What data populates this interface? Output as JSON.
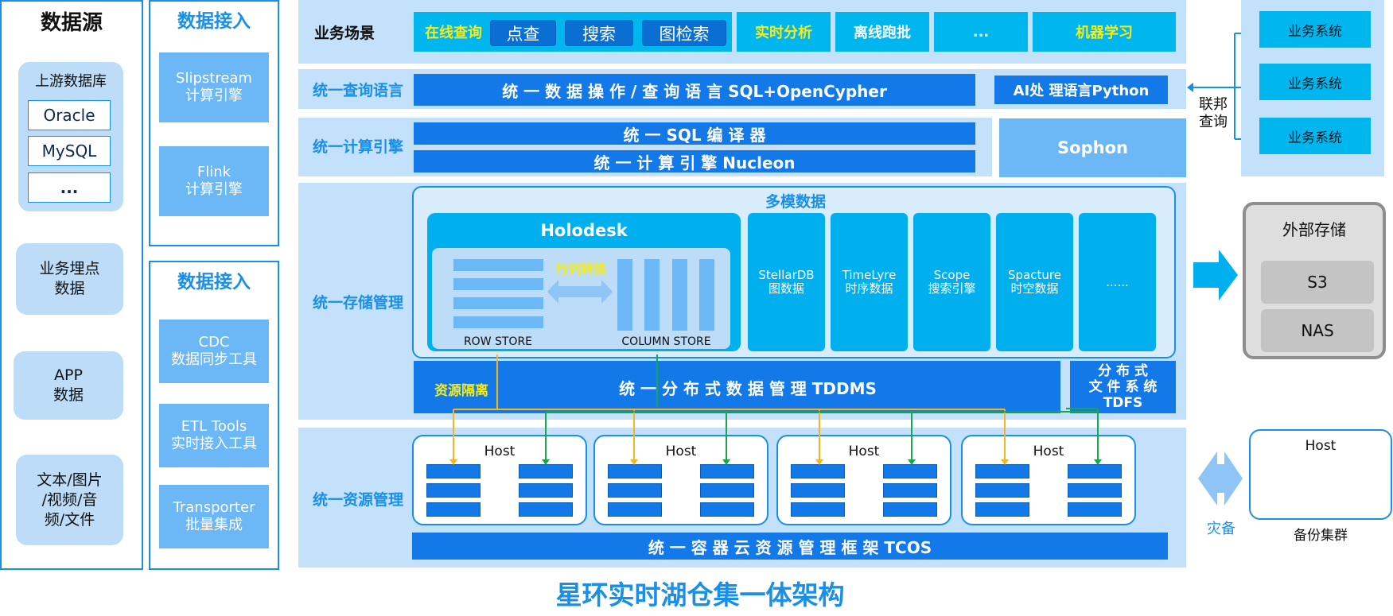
{
  "title": "星环实时湖仓集一体架构",
  "sources": {
    "header": "数据源",
    "upstream_label": "上游数据库",
    "upstream_items": [
      "Oracle",
      "MySQL",
      "..."
    ],
    "biz_points": "业务埋点\n数据",
    "app": "APP\n数据",
    "files": "文本/图片\n/视频/音\n频/文件"
  },
  "ingest_top": {
    "header": "数据接入",
    "cards": [
      "Slipstream\n计算引擎",
      "Flink\n计算引擎"
    ]
  },
  "ingest_bottom": {
    "header": "数据接入",
    "cards": [
      "CDC\n数据同步工具",
      "ETL Tools\n实时接入工具",
      "Transporter\n批量集成"
    ]
  },
  "scenarios": {
    "label": "业务场景",
    "online_query": "在线查询",
    "pills": [
      "点查",
      "搜索",
      "图检索"
    ],
    "realtime": "实时分析",
    "offline": "离线跑批",
    "more": "...",
    "ml": "机器学习"
  },
  "query_lang": {
    "label": "统一查询语言",
    "main": "统 一 数 据 操 作 / 查 询 语 言 SQL+OpenCypher",
    "ai": "AI处 理语言Python"
  },
  "compute": {
    "label": "统一计算引擎",
    "compiler": "统 一 SQL 编 译 器",
    "engine": "统 一 计 算 引 擎 Nucleon",
    "sophon": "Sophon"
  },
  "storage": {
    "label": "统一存储管理",
    "multimodel": "多模数据",
    "holodesk": "Holodesk",
    "row_col_convert": "行列转换",
    "row_store": "ROW STORE",
    "column_store": "COLUMN STORE",
    "models": [
      "StellarDB\n图数据",
      "TimeLyre\n时序数据",
      "Scope\n搜索引擎",
      "Spacture\n时空数据",
      "......"
    ],
    "resource_isolation": "资源隔离",
    "tddms": "统 一 分 布 式 数 据 管 理 TDDMS",
    "tdfs": "分 布 式\n文 件 系 统\nTDFS"
  },
  "resource": {
    "label": "统一资源管理",
    "hosts": [
      "Host",
      "Host",
      "Host",
      "Host"
    ],
    "tcos": "统 一 容 器 云 资 源 管 理 框 架 TCOS"
  },
  "right": {
    "biz_systems": [
      "业务系统",
      "业务系统",
      "业务系统"
    ],
    "federated": "联邦\n查询",
    "ext_storage": "外部存储",
    "s3": "S3",
    "nas": "NAS",
    "backup_host": "Host",
    "backup_cluster": "备份集群",
    "disaster": "灾备"
  },
  "colors": {
    "primary_blue": "#1378e8",
    "cyan": "#00b6ee",
    "yellow_text": "#f5ec19",
    "orange_line": "#f5b51c",
    "green_line": "#1aa64a",
    "light_band": "#c3e1fb"
  }
}
